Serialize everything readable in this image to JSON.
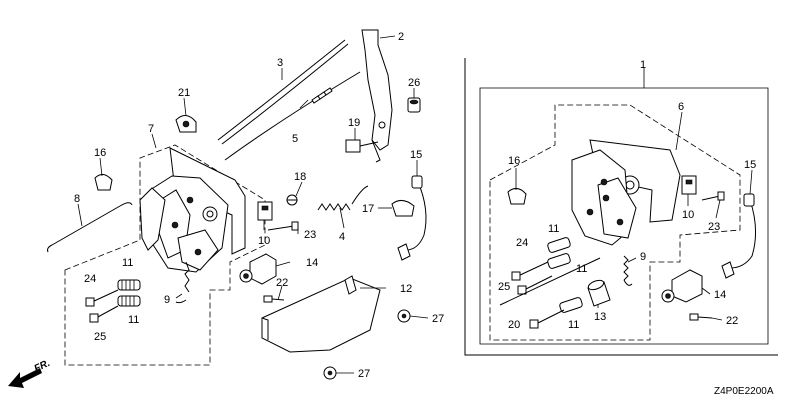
{
  "diagram": {
    "catalog_code": "Z4P0E2200A",
    "direction_label": "FR.",
    "callouts": {
      "n1": "1",
      "n2": "2",
      "n3": "3",
      "n4": "4",
      "n5": "5",
      "n6": "6",
      "n7": "7",
      "n8": "8",
      "n9": "9",
      "n10": "10",
      "n11": "11",
      "n12": "12",
      "n13": "13",
      "n14": "14",
      "n15": "15",
      "n16": "16",
      "n17": "17",
      "n18": "18",
      "n19": "19",
      "n20": "20",
      "n21": "21",
      "n22": "22",
      "n23": "23",
      "n24": "24",
      "n25": "25",
      "n26": "26",
      "n27": "27"
    }
  }
}
